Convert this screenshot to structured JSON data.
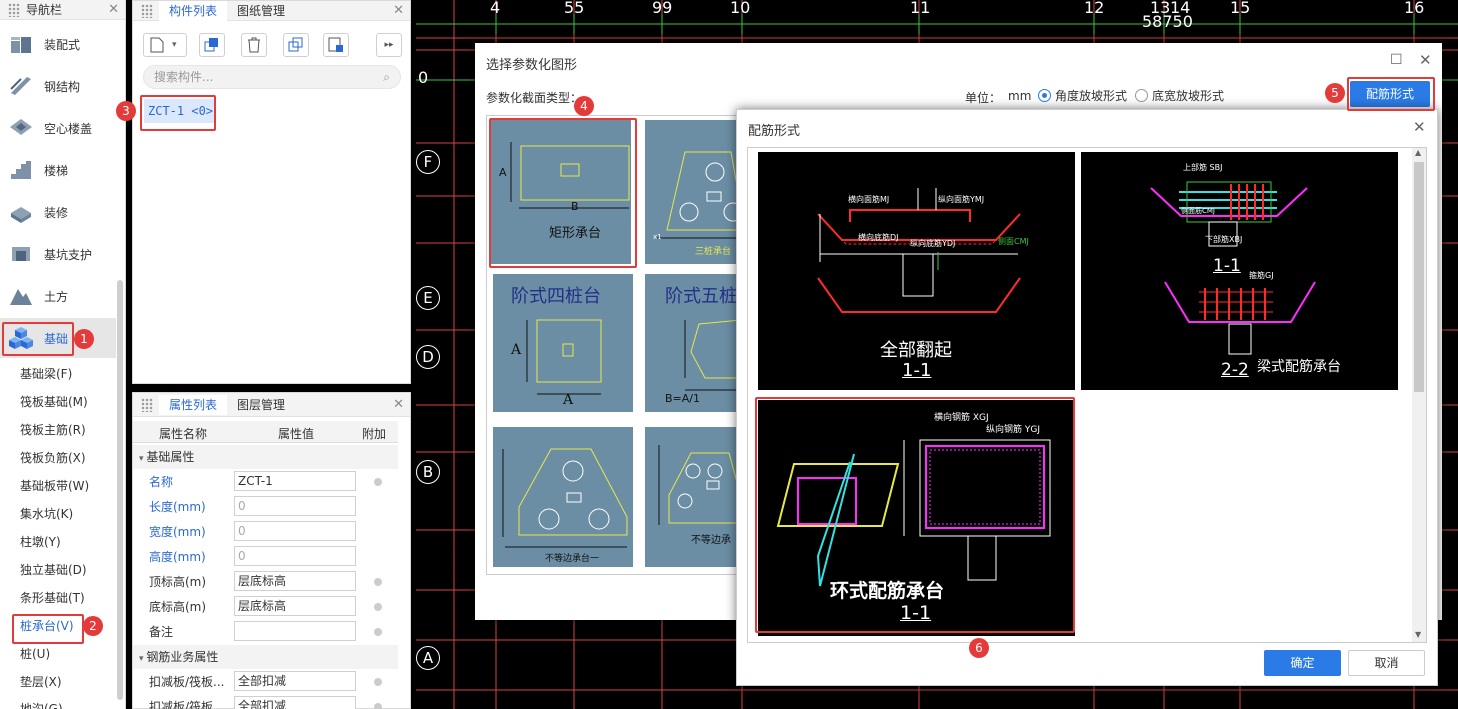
{
  "nav": {
    "title": "导航栏",
    "categories": [
      {
        "label": "装配式",
        "icon": "prefab-icon"
      },
      {
        "label": "钢结构",
        "icon": "steel-beam-icon"
      },
      {
        "label": "空心楼盖",
        "icon": "hollow-slab-icon"
      },
      {
        "label": "楼梯",
        "icon": "stairs-icon"
      },
      {
        "label": "装修",
        "icon": "decoration-icon"
      },
      {
        "label": "基坑支护",
        "icon": "pit-support-icon"
      },
      {
        "label": "土方",
        "icon": "earthwork-icon"
      },
      {
        "label": "基础",
        "icon": "foundation-cubes-icon"
      }
    ],
    "sub_items": [
      "基础梁(F)",
      "筏板基础(M)",
      "筏板主筋(R)",
      "筏板负筋(X)",
      "基础板带(W)",
      "集水坑(K)",
      "柱墩(Y)",
      "独立基础(D)",
      "条形基础(T)",
      "桩承台(V)",
      "桩(U)",
      "垫层(X)",
      "地沟(G)"
    ]
  },
  "component_panel": {
    "tabs": [
      "构件列表",
      "图纸管理"
    ],
    "search_placeholder": "搜索构件...",
    "item": "ZCT-1 <0>"
  },
  "property_panel": {
    "tabs": [
      "属性列表",
      "图层管理"
    ],
    "columns": [
      "属性名称",
      "属性值",
      "附加"
    ],
    "group1": "基础属性",
    "rows": [
      {
        "name": "名称",
        "value": "ZCT-1"
      },
      {
        "name": "长度(mm)",
        "value": "0"
      },
      {
        "name": "宽度(mm)",
        "value": "0"
      },
      {
        "name": "高度(mm)",
        "value": "0"
      },
      {
        "name": "顶标高(m)",
        "value": "层底标高"
      },
      {
        "name": "底标高(m)",
        "value": "层底标高"
      },
      {
        "name": "备注",
        "value": ""
      }
    ],
    "group2": "钢筋业务属性",
    "rows2": [
      {
        "name": "扣减板/筏板...",
        "value": "全部扣减"
      },
      {
        "name": "扣减板/筏板...",
        "value": "全部扣减"
      }
    ]
  },
  "canvas": {
    "top_labels": [
      "4",
      "55",
      "99",
      "10",
      "11",
      "12",
      "13",
      "14",
      "15",
      "16"
    ],
    "dimension": "58750",
    "left_labels": [
      "0",
      "F",
      "E",
      "D",
      "B",
      "A"
    ]
  },
  "dialog_param": {
    "title": "选择参数化图形",
    "section_label": "参数化截面类型：",
    "unit_label": "单位：",
    "unit_value": "mm",
    "radio1": "角度放坡形式",
    "radio2": "底宽放坡形式",
    "rebar_button": "配筋形式",
    "thumbs": {
      "rect": {
        "title": "矩形承台",
        "a": "A",
        "b": "B"
      },
      "tri": {
        "title": "三桩承台",
        "x": "x1"
      },
      "step4": {
        "title": "阶式四桩台",
        "a": "A"
      },
      "step5": {
        "title": "阶式五桩",
        "b": "B=A/1"
      },
      "uneq1": {
        "title": "不等边承台一"
      },
      "uneq2": {
        "title": "不等边承"
      }
    }
  },
  "dialog_rebar": {
    "title": "配筋形式",
    "img1": {
      "caption": "全部翻起",
      "section": "1-1",
      "labels": [
        "横向面筋MJ",
        "纵向面筋YMJ",
        "横向底筋DJ",
        "纵向底筋YDJ",
        "侧面CMJ"
      ]
    },
    "img2": {
      "caption": "梁式配筋承台",
      "section1": "1-1",
      "section2": "2-2",
      "labels": [
        "上部筋 SBJ",
        "侧面筋CMJ",
        "下部筋XBJ",
        "箍筋GJ"
      ]
    },
    "img3": {
      "caption": "环式配筋承台",
      "section": "1-1",
      "labels": [
        "横向钢筋 XGJ",
        "纵向钢筋 YGJ"
      ]
    },
    "ok": "确定",
    "cancel": "取消"
  },
  "badges": [
    "1",
    "2",
    "3",
    "4",
    "5",
    "6"
  ],
  "colors": {
    "accent": "#2b7be6",
    "highlight": "#e53a3a",
    "thumb_bg": "#6b8ea5"
  }
}
